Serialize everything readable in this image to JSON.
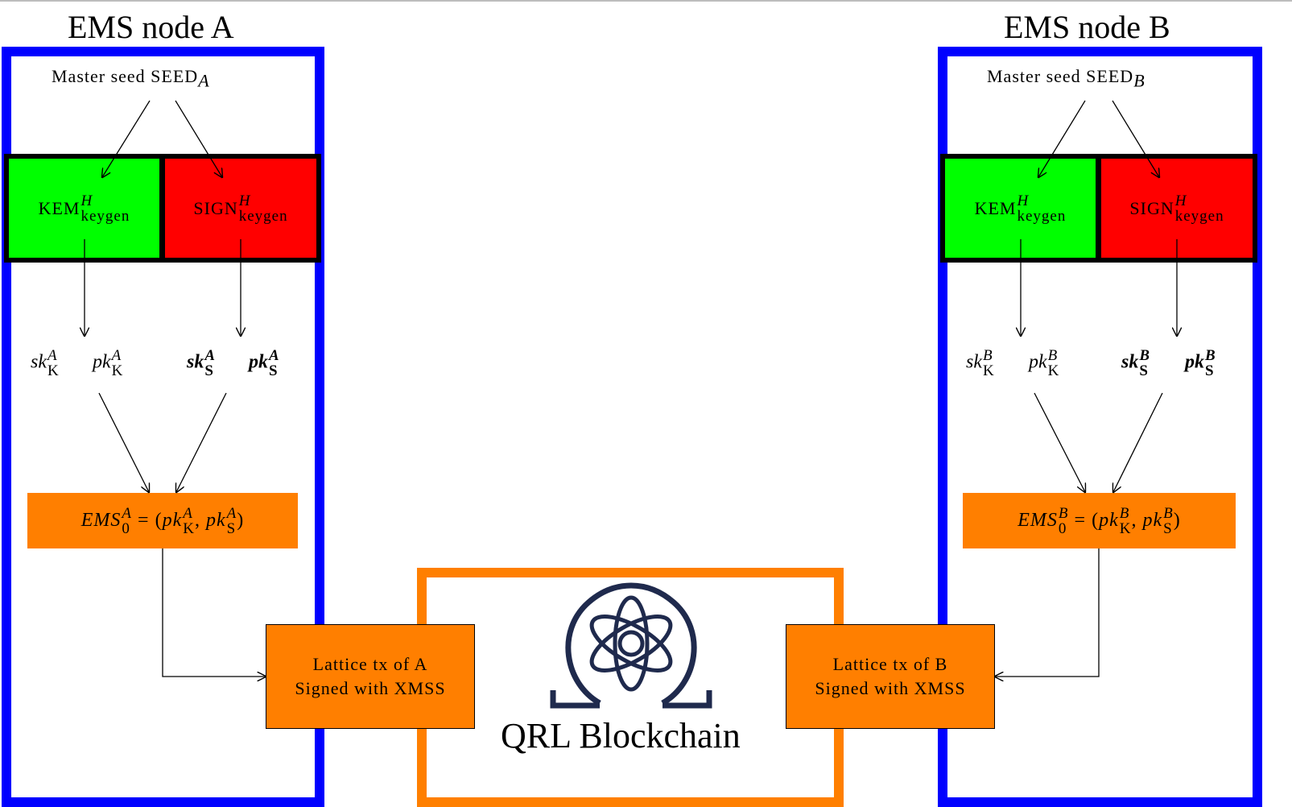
{
  "nodes": {
    "a": {
      "title": "EMS node A",
      "seed_label": "Master seed SEED",
      "seed_sub": "A",
      "kem_label": "KEM",
      "kem_sup": "H",
      "kem_sub": "keygen",
      "sign_label": "SIGN",
      "sign_sup": "H",
      "sign_sub": "keygen",
      "sk_k": "sk",
      "sk_k_sup": "A",
      "sk_k_sub": "K",
      "pk_k": "pk",
      "pk_k_sup": "A",
      "pk_k_sub": "K",
      "sk_s": "sk",
      "sk_s_sup": "A",
      "sk_s_sub": "S",
      "pk_s": "pk",
      "pk_s_sup": "A",
      "pk_s_sub": "S",
      "ems_lhs": "EMS",
      "ems_sup": "A",
      "ems_sub": "0",
      "ems_eq": "= (",
      "ems_pk1": "pk",
      "ems_pk1_sup": "A",
      "ems_pk1_sub": "K",
      "ems_comma": ", ",
      "ems_pk2": "pk",
      "ems_pk2_sup": "A",
      "ems_pk2_sub": "S",
      "ems_close": ")",
      "tx_line1": "Lattice tx of A",
      "tx_line2": "Signed with XMSS"
    },
    "b": {
      "title": "EMS node B",
      "seed_label": "Master seed SEED",
      "seed_sub": "B",
      "kem_label": "KEM",
      "kem_sup": "H",
      "kem_sub": "keygen",
      "sign_label": "SIGN",
      "sign_sup": "H",
      "sign_sub": "keygen",
      "sk_k": "sk",
      "sk_k_sup": "B",
      "sk_k_sub": "K",
      "pk_k": "pk",
      "pk_k_sup": "B",
      "pk_k_sub": "K",
      "sk_s": "sk",
      "sk_s_sup": "B",
      "sk_s_sub": "S",
      "pk_s": "pk",
      "pk_s_sup": "B",
      "pk_s_sub": "S",
      "ems_lhs": "EMS",
      "ems_sup": "B",
      "ems_sub": "0",
      "ems_eq": "= (",
      "ems_pk1": "pk",
      "ems_pk1_sup": "B",
      "ems_pk1_sub": "K",
      "ems_comma": ", ",
      "ems_pk2": "pk",
      "ems_pk2_sup": "B",
      "ems_pk2_sub": "S",
      "ems_close": ")",
      "tx_line1": "Lattice tx of B",
      "tx_line2": "Signed with XMSS"
    }
  },
  "chain": {
    "label": "QRL Blockchain",
    "logo_icon": "omega-atom-logo"
  },
  "colors": {
    "node_frame": "#0000ff",
    "chain_frame": "#ff7f00",
    "kem_box": "#00ff00",
    "sign_box": "#ff0000",
    "ems_box": "#ff7f00",
    "logo": "#1f2a4d"
  }
}
